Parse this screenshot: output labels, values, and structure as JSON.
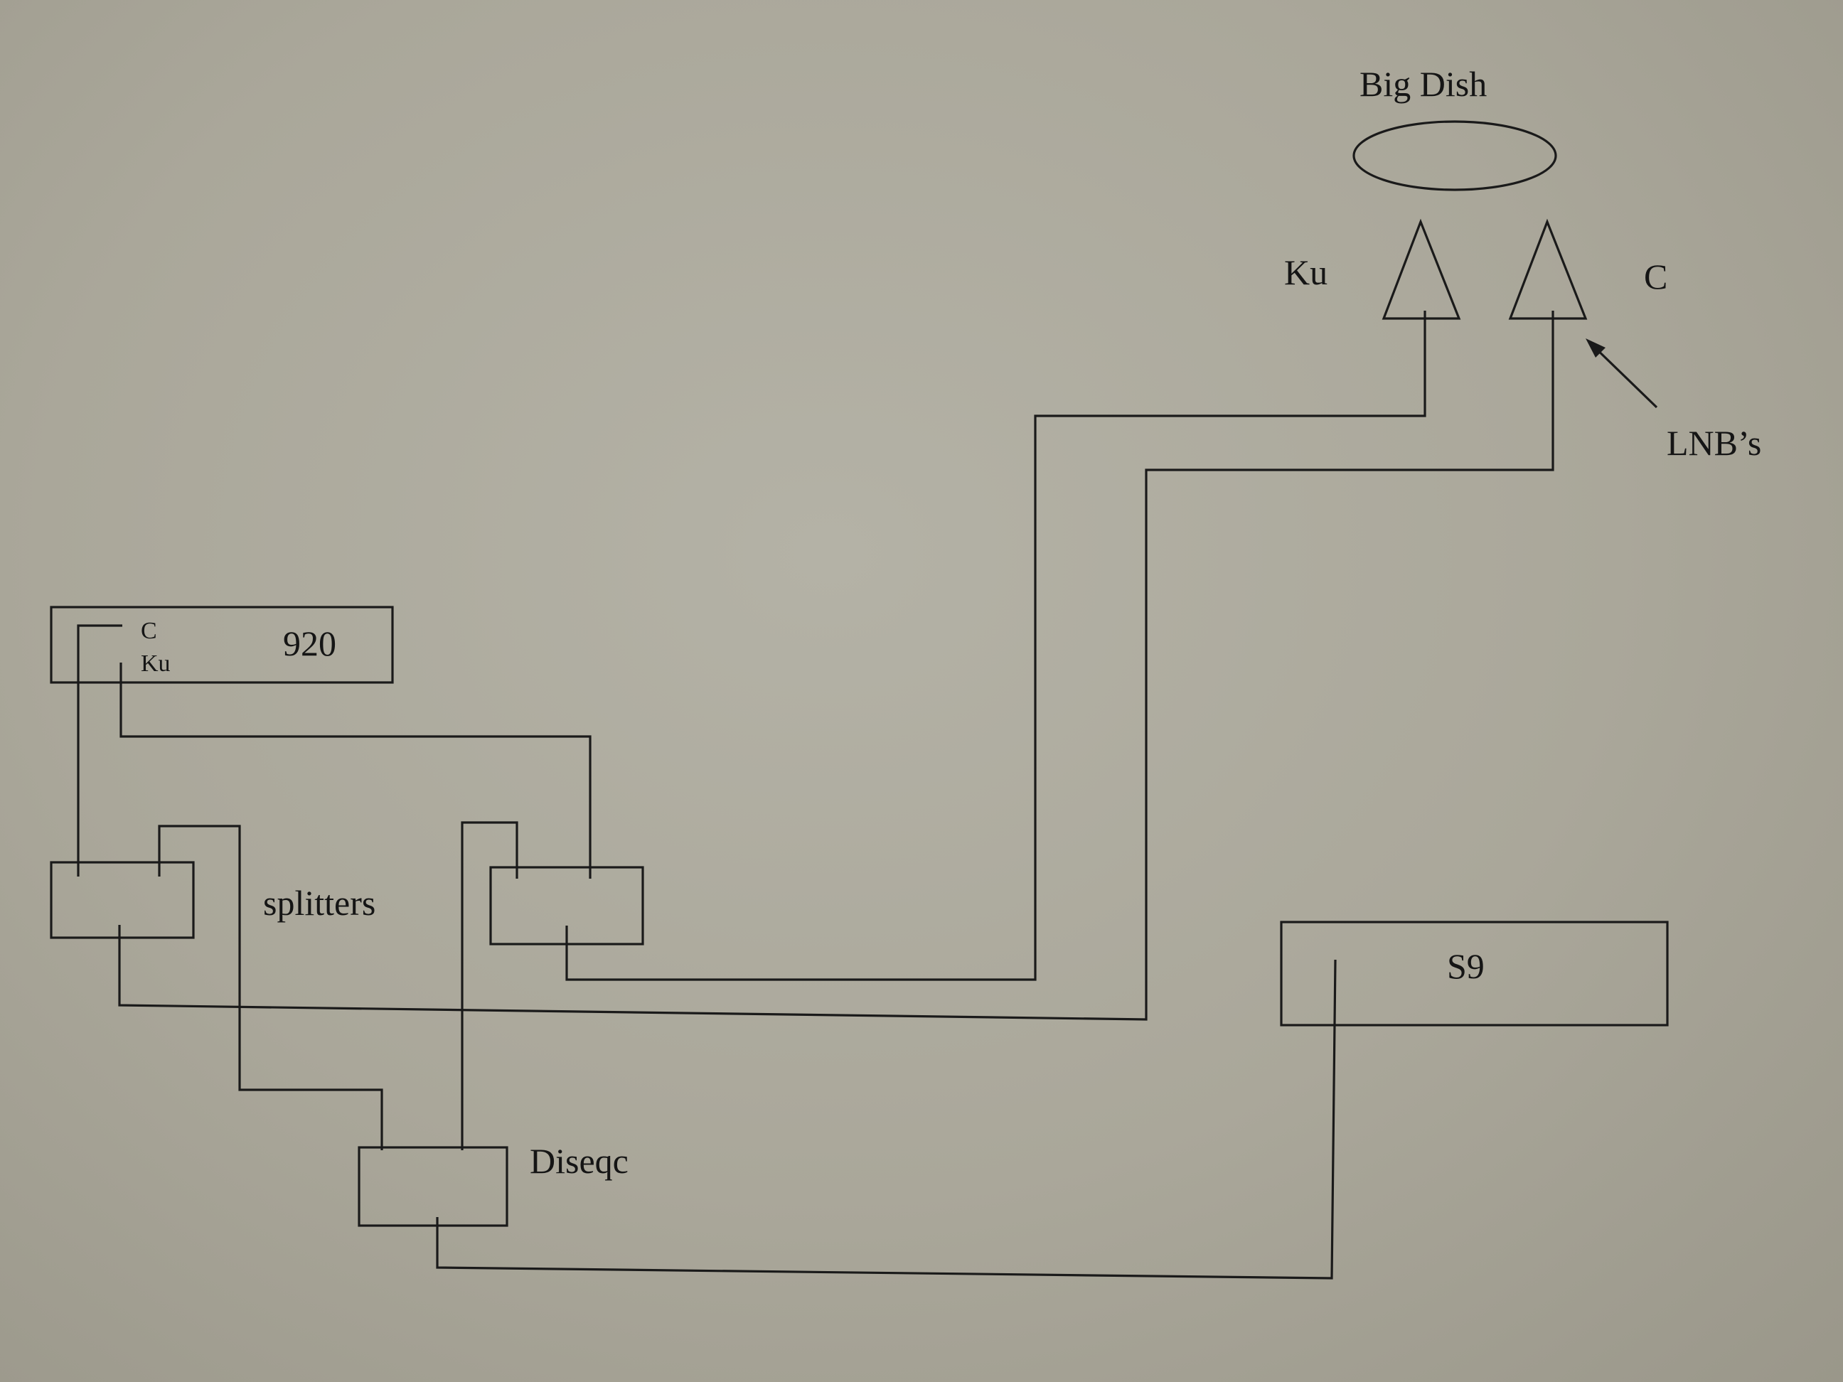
{
  "dish": {
    "label": "Big Dish"
  },
  "lnbs": {
    "ku_label": "Ku",
    "c_label": "C",
    "pointer_label": "LNB’s"
  },
  "receiver_920": {
    "label": "920",
    "port_c": "C",
    "port_ku": "Ku"
  },
  "splitters": {
    "label": "splitters"
  },
  "diseqc": {
    "label": "Diseqc"
  },
  "receiver_s9": {
    "label": "S9"
  },
  "colors": {
    "paper": "#aaa79a",
    "ink": "#1a1a1a"
  }
}
